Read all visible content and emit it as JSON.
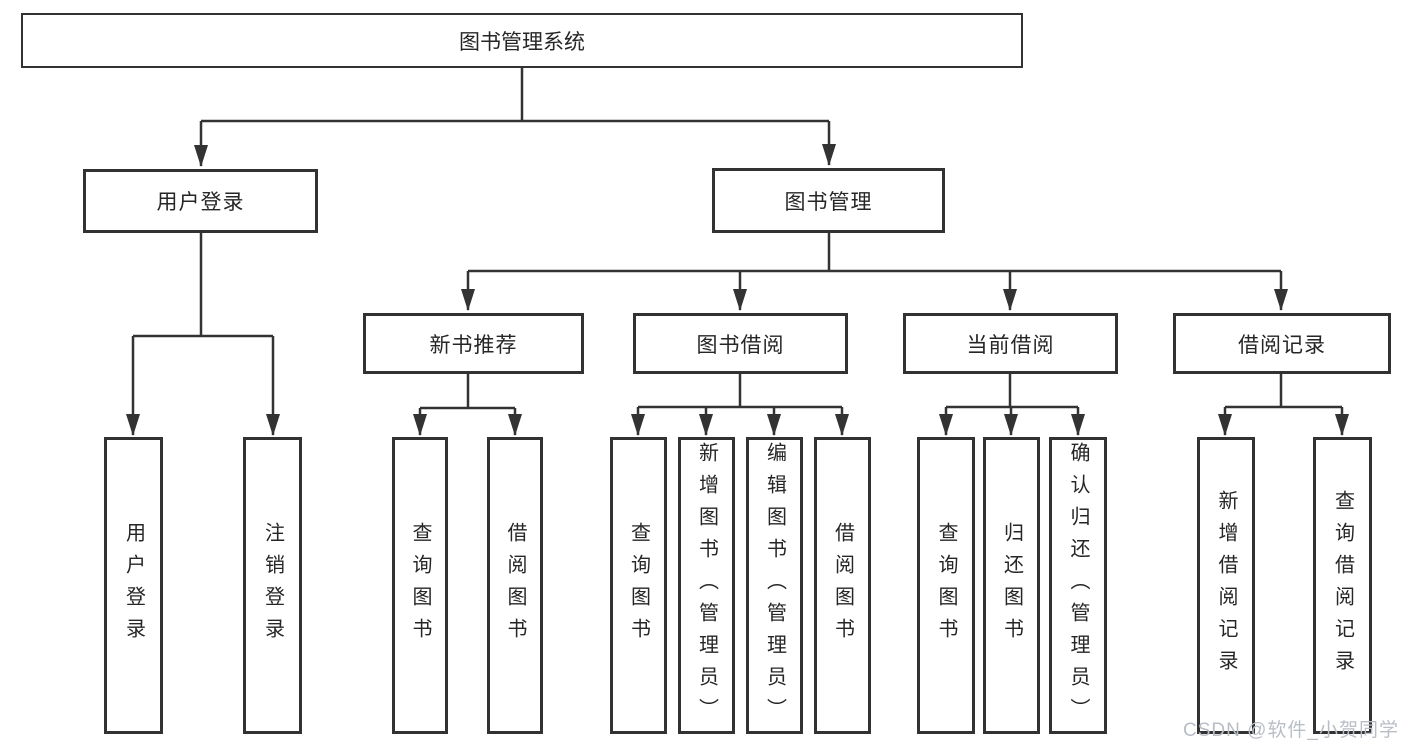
{
  "title": "图书管理系统",
  "tree": {
    "root": {
      "label": "图书管理系统",
      "children": [
        {
          "label": "用户登录",
          "children": [
            {
              "label": "用户登录"
            },
            {
              "label": "注销登录"
            }
          ]
        },
        {
          "label": "图书管理",
          "children": [
            {
              "label": "新书推荐",
              "children": [
                {
                  "label": "查询图书"
                },
                {
                  "label": "借阅图书"
                }
              ]
            },
            {
              "label": "图书借阅",
              "children": [
                {
                  "label": "查询图书"
                },
                {
                  "label": "新增图书（管理员）"
                },
                {
                  "label": "编辑图书（管理员）"
                },
                {
                  "label": "借阅图书"
                }
              ]
            },
            {
              "label": "当前借阅",
              "children": [
                {
                  "label": "查询图书"
                },
                {
                  "label": "归还图书"
                },
                {
                  "label": "确认归还（管理员）"
                }
              ]
            },
            {
              "label": "借阅记录",
              "children": [
                {
                  "label": "新增借阅记录"
                },
                {
                  "label": "查询借阅记录"
                }
              ]
            }
          ]
        }
      ]
    }
  },
  "watermark": "CSDN @软件_小贺同学",
  "colors": {
    "line": "#333333",
    "border": "#323232",
    "text": "#262626",
    "background": "#ffffff",
    "watermark": "#b9bec6"
  }
}
